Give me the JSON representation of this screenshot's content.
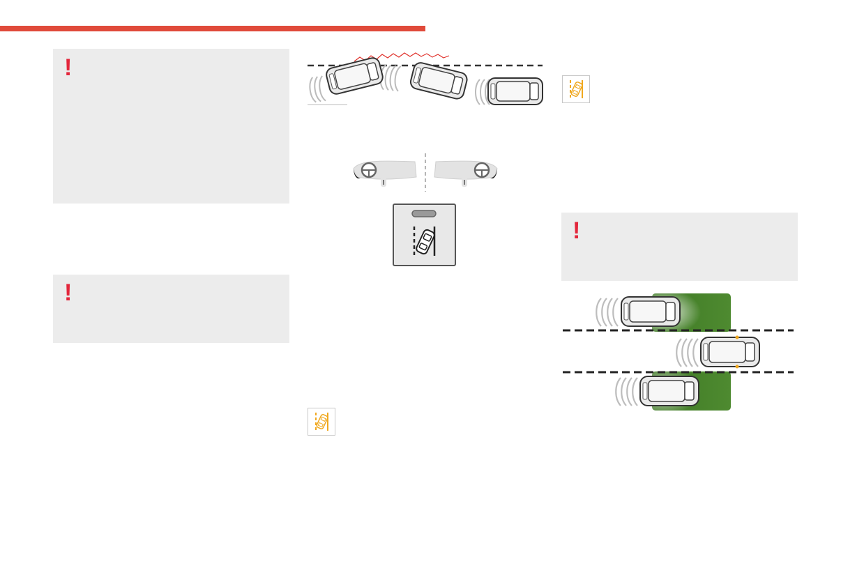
{
  "header": {
    "accent_color": "#e04a3a"
  },
  "warning_boxes": [
    {
      "icon": "exclamation-warning-icon",
      "symbol": "!",
      "text": ""
    },
    {
      "icon": "exclamation-warning-icon",
      "symbol": "!",
      "text": ""
    },
    {
      "icon": "exclamation-warning-icon",
      "symbol": "!",
      "text": ""
    }
  ],
  "colors": {
    "warning_red": "#e3263b",
    "warning_box_bg": "#ececec",
    "lane_assist_amber": "#f0a81e",
    "blind_spot_green": "#3f7a25"
  },
  "illustrations": [
    "lane-departure-correction-illustration",
    "steering-wheel-vibration-illustration",
    "lane-keeping-button-illustration",
    "blind-spot-monitoring-illustration"
  ],
  "warning_lamps": [
    {
      "icon": "lane-departure-warning-lamp-icon"
    },
    {
      "icon": "lane-departure-warning-lamp-icon"
    }
  ]
}
